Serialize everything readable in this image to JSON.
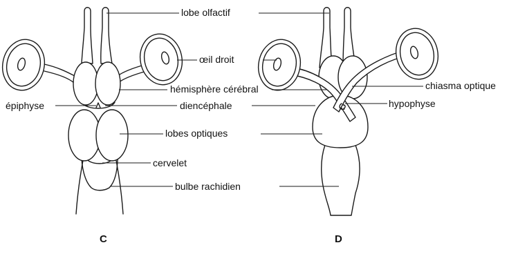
{
  "diagram": {
    "labels": {
      "lobe_olfactif": "lobe olfactif",
      "oeil_droit": "œil droit",
      "hemisphere_cerebral": "hémisphère cérébral",
      "chiasma_optique": "chiasma optique",
      "epiphyse": "épiphyse",
      "diencephale": "diencéphale",
      "hypophyse": "hypophyse",
      "lobes_optiques": "lobes optiques",
      "cervelet": "cervelet",
      "bulbe_rachidien": "bulbe rachidien"
    },
    "panels": {
      "dorsal": "C",
      "ventral": "D"
    }
  }
}
